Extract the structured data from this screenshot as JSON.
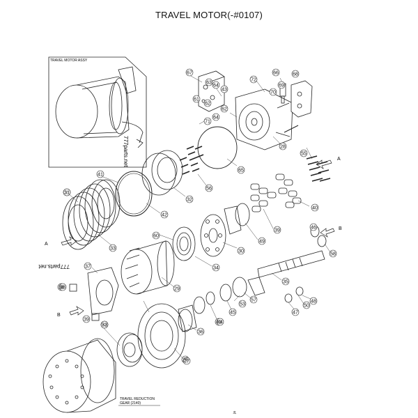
{
  "title": "TRAVEL MOTOR(-#0107)",
  "inset_label": "TRAVEL MOTOR ASSY",
  "reduction_label": [
    "TRAVEL REDUCTION",
    "GEAR (2140)"
  ],
  "watermarks": [
    "777parts.net",
    "777parts.net"
  ],
  "view_markers": [
    "A",
    "A",
    "B",
    "B"
  ],
  "page_mark": "ja",
  "callouts": [
    "67",
    "66",
    "68",
    "72",
    "63",
    "64",
    "69",
    "70",
    "43",
    "61",
    "62",
    "62",
    "64",
    "71",
    "60",
    "65",
    "28",
    "55",
    "41",
    "56",
    "32",
    "42",
    "31",
    "33",
    "40",
    "39",
    "49",
    "46",
    "58",
    "30",
    "34",
    "35",
    "37",
    "38",
    "39",
    "36",
    "26",
    "48",
    "47",
    "50",
    "43",
    "44",
    "45",
    "53",
    "57",
    "52",
    "73",
    "27",
    "38",
    "29",
    "31"
  ]
}
